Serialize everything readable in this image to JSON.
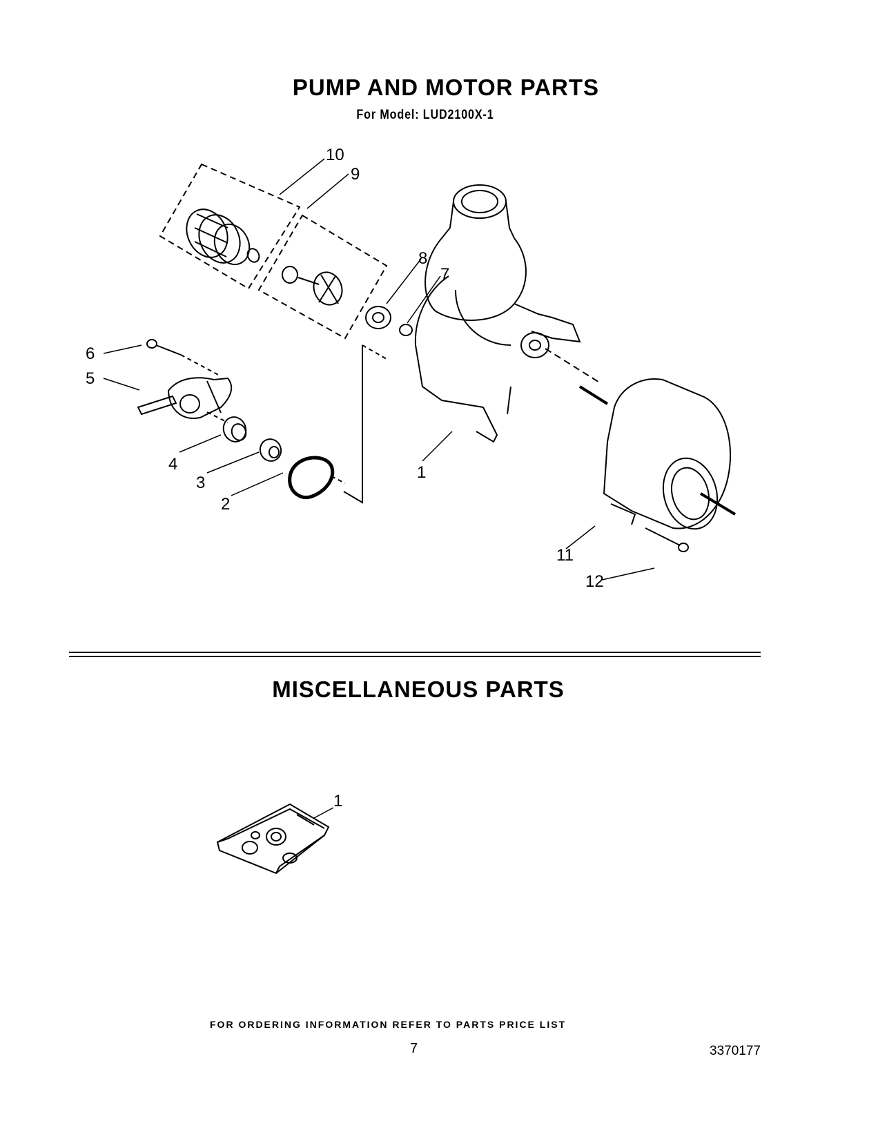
{
  "header": {
    "title": "PUMP AND MOTOR PARTS",
    "subtitle": "For Model: LUD2100X-1"
  },
  "pump_diagram": {
    "callouts": [
      "1",
      "2",
      "3",
      "4",
      "5",
      "6",
      "7",
      "8",
      "9",
      "10",
      "11",
      "12"
    ]
  },
  "misc_section": {
    "title": "MISCELLANEOUS PARTS",
    "callouts": [
      "1"
    ]
  },
  "footer": {
    "note": "FOR ORDERING INFORMATION REFER TO PARTS PRICE LIST",
    "page_number": "7",
    "doc_number": "3370177"
  }
}
